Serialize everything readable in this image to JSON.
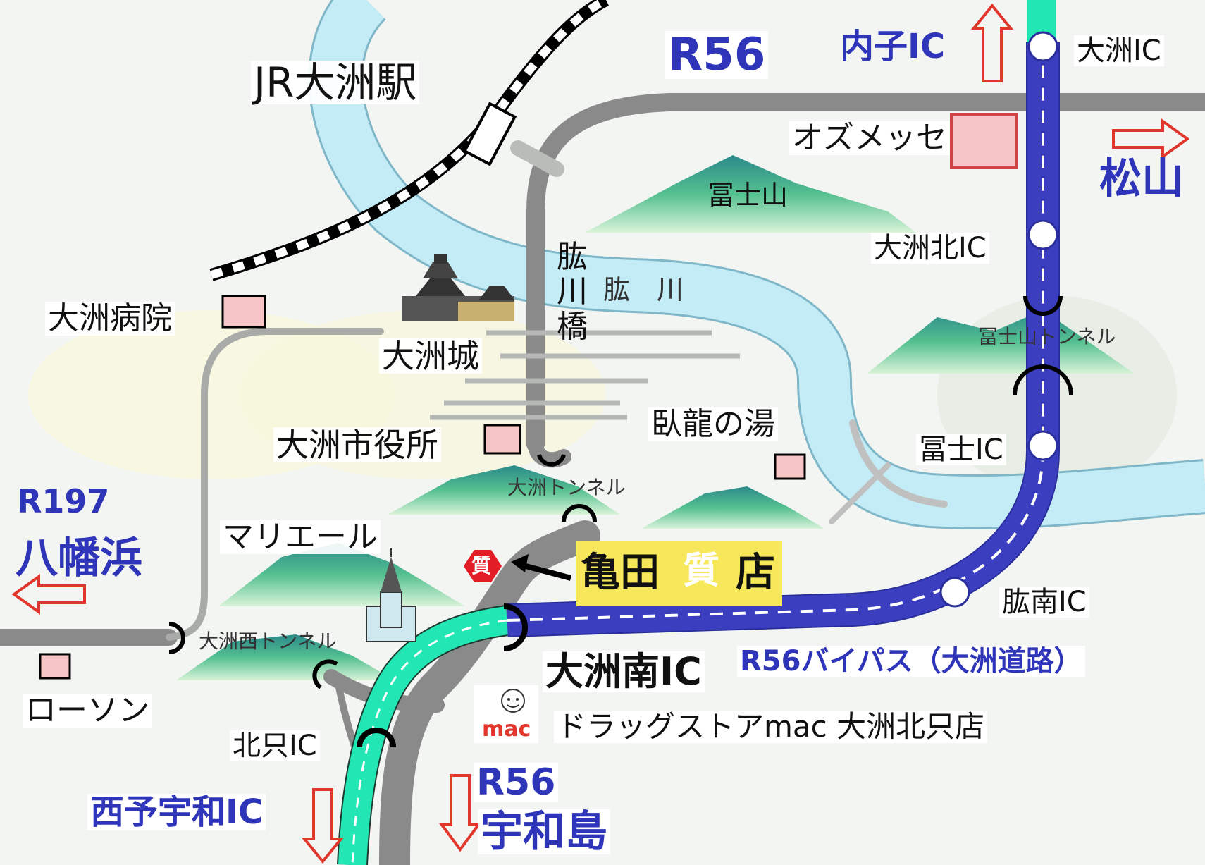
{
  "station": "JR大洲駅",
  "routes": {
    "r56_top": "R56",
    "r56_bottom": "R56",
    "r197": "R197",
    "bypass": "R56バイパス（大洲道路）"
  },
  "destinations": {
    "uchiko": "内子IC",
    "matsuyama": "松山",
    "yawatahama": "八幡浜",
    "seiyo": "西予宇和IC",
    "uwajima": "宇和島"
  },
  "interchanges": {
    "ozu": "大洲IC",
    "ozu_kita": "大洲北IC",
    "fuji": "冨士IC",
    "hinan": "肱南IC",
    "ozu_minami": "大洲南IC",
    "kitatada": "北只IC"
  },
  "landmarks": {
    "ozmesse": "オズメッセ",
    "fujiyama": "冨士山",
    "hijikawa_bridge": "肱\n川\n橋",
    "hijikawa_river": "肱　川",
    "hospital": "大洲病院",
    "castle": "大洲城",
    "city_hall": "大洲市役所",
    "garyu": "臥龍の湯",
    "marielle": "マリエール",
    "lawson": "ローソン",
    "drugstore": "ドラッグストアmac 大洲北只店",
    "mac_logo": "mac"
  },
  "tunnels": {
    "fujiyama": "冨士山トンネル",
    "ozu": "大洲トンネル",
    "ozu_nishi": "大洲西トンネル"
  },
  "shop": {
    "part1": "亀田",
    "mark": "質",
    "part2": "店",
    "small_mark": "質"
  },
  "colors": {
    "road_gray": "#8a8a8a",
    "expressway_blue": "#3b3fbf",
    "expressway_green": "#22e6b4",
    "river": "#bdeaf5",
    "label_blue": "#2f35b8",
    "arrow_red": "#e0362b",
    "shop_yellow": "#f6e85a",
    "shop_navy": "#1f2a6b",
    "marker_pink": "#f6c6c6"
  }
}
